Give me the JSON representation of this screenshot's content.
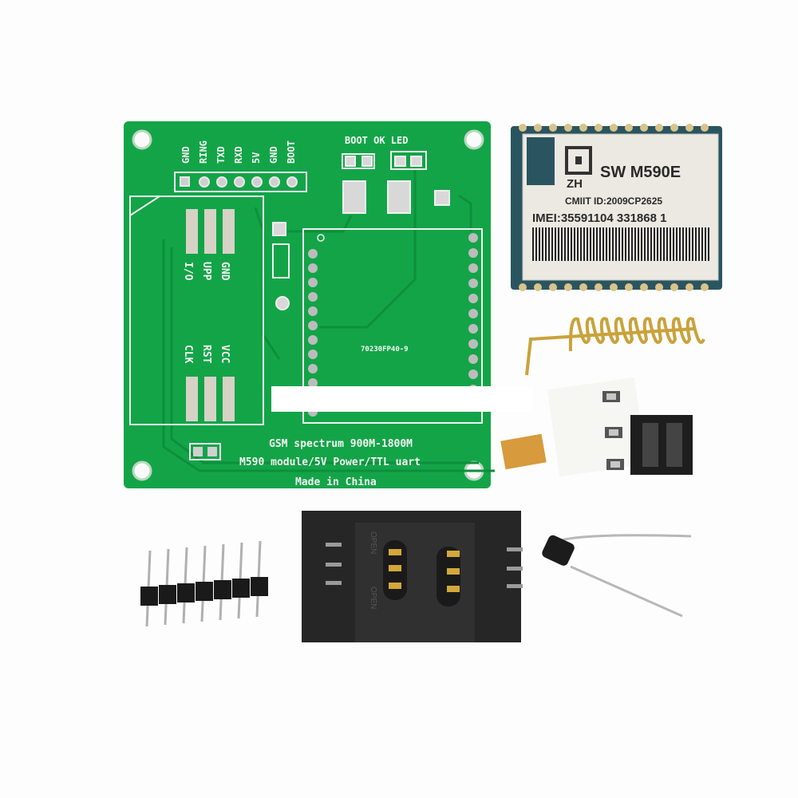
{
  "pcb": {
    "header_pins": [
      "GND",
      "RING",
      "TXD",
      "RXD",
      "5V",
      "GND",
      "BOOT"
    ],
    "led_label": "BOOT OK LED",
    "sim_top_pads": [
      "I/O",
      "UPP",
      "GND"
    ],
    "sim_bottom_pads": [
      "CLK",
      "RST",
      "VCC"
    ],
    "chip_marking": "70230FP40-9",
    "line1": "GSM spectrum 900M-1800M",
    "line2": "M590 module/5V Power/TTL uart",
    "line3": "Made in China",
    "color": "#11a046"
  },
  "module": {
    "logo": "ZH",
    "model": "SW M590E",
    "cmiit": "CMIIT ID:2009CP2625",
    "imei": "IMEI:35591104 331868 1"
  },
  "sim_holder": {
    "open_1": "OPEN",
    "open_2": "OPEN"
  }
}
